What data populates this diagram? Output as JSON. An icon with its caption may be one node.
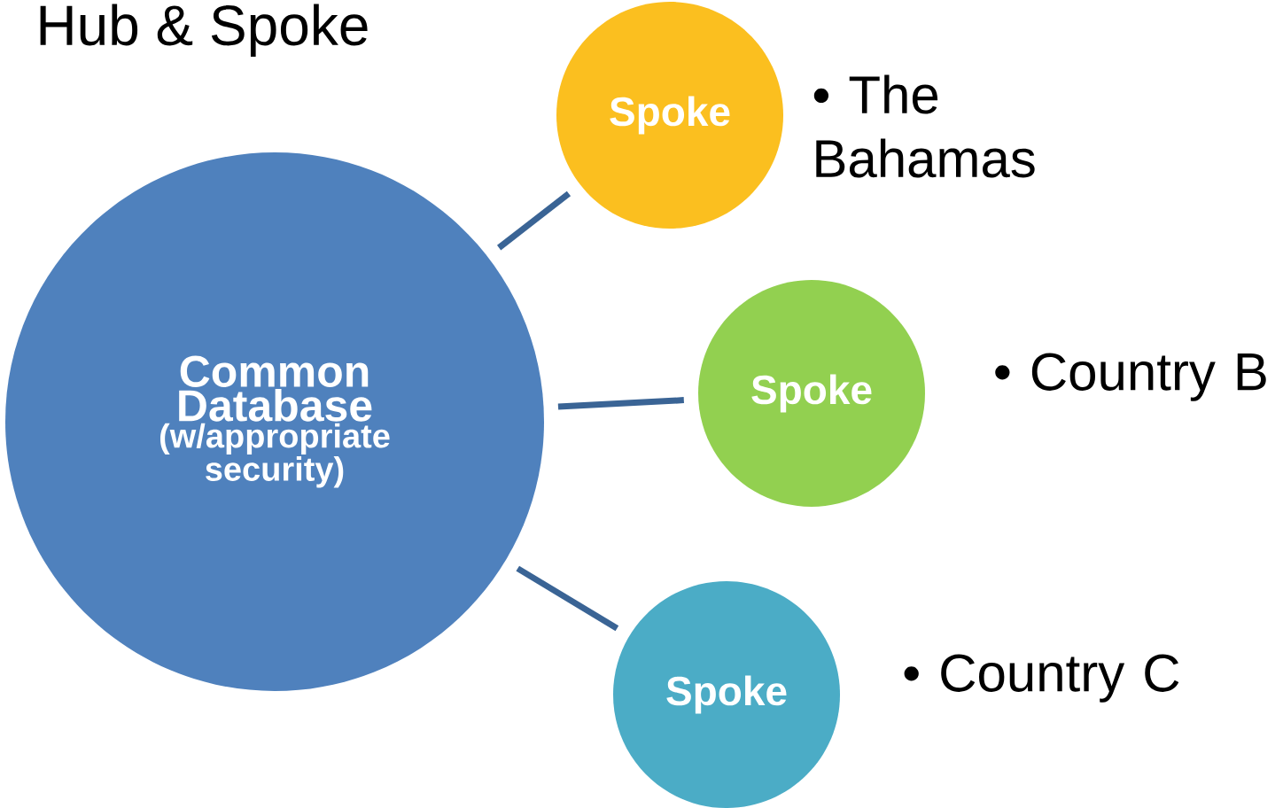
{
  "diagram": {
    "title": "Hub & Spoke",
    "nodes": [
      {
        "text": [
          "Common Database",
          "(w/appropriate security)"
        ]
      },
      {
        "text": [
          "Spoke"
        ],
        "beside": [
          "• The Bahamas"
        ]
      },
      {
        "text": [
          "Spoke"
        ],
        "beside": [
          "• Country B"
        ]
      },
      {
        "text": [
          "Spoke"
        ],
        "beside": [
          "• Country C"
        ]
      }
    ],
    "edges": [
      {
        "from": 0,
        "to": 1,
        "arrow": "none"
      },
      {
        "from": 0,
        "to": 2,
        "arrow": "none"
      },
      {
        "from": 0,
        "to": 3,
        "arrow": "none"
      }
    ]
  }
}
